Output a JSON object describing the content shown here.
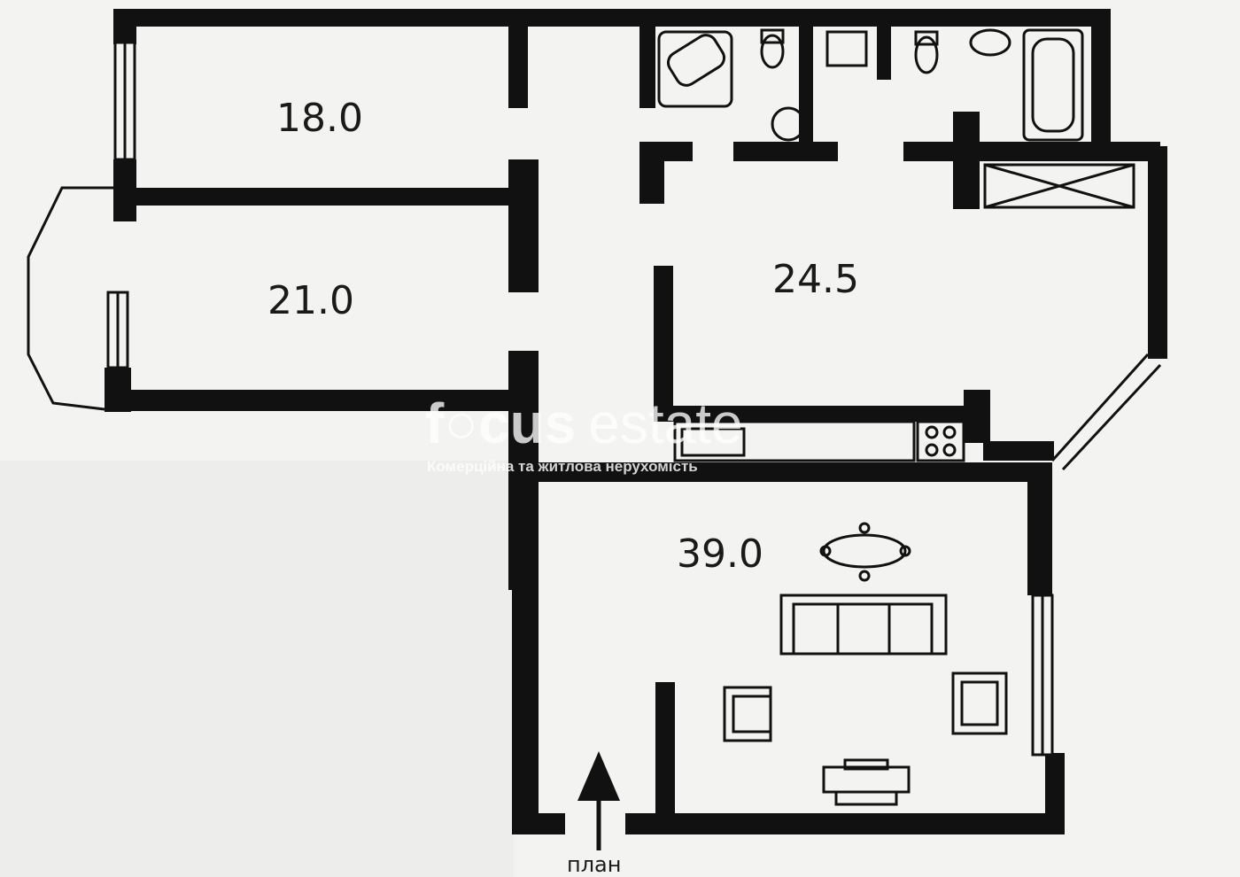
{
  "rooms": {
    "room_top_left": "18.0",
    "room_middle_left": "21.0",
    "room_right": "24.5",
    "living_room": "39.0"
  },
  "entrance_label": "план",
  "watermark": {
    "brand_part1": "f",
    "brand_part2": "cus",
    "brand_part3": "estate",
    "tagline": "Комерційна та житлова нерухомість"
  },
  "colors": {
    "wall": "#111111",
    "paper": "#f3f3f1",
    "watermark": "#ffffff"
  }
}
